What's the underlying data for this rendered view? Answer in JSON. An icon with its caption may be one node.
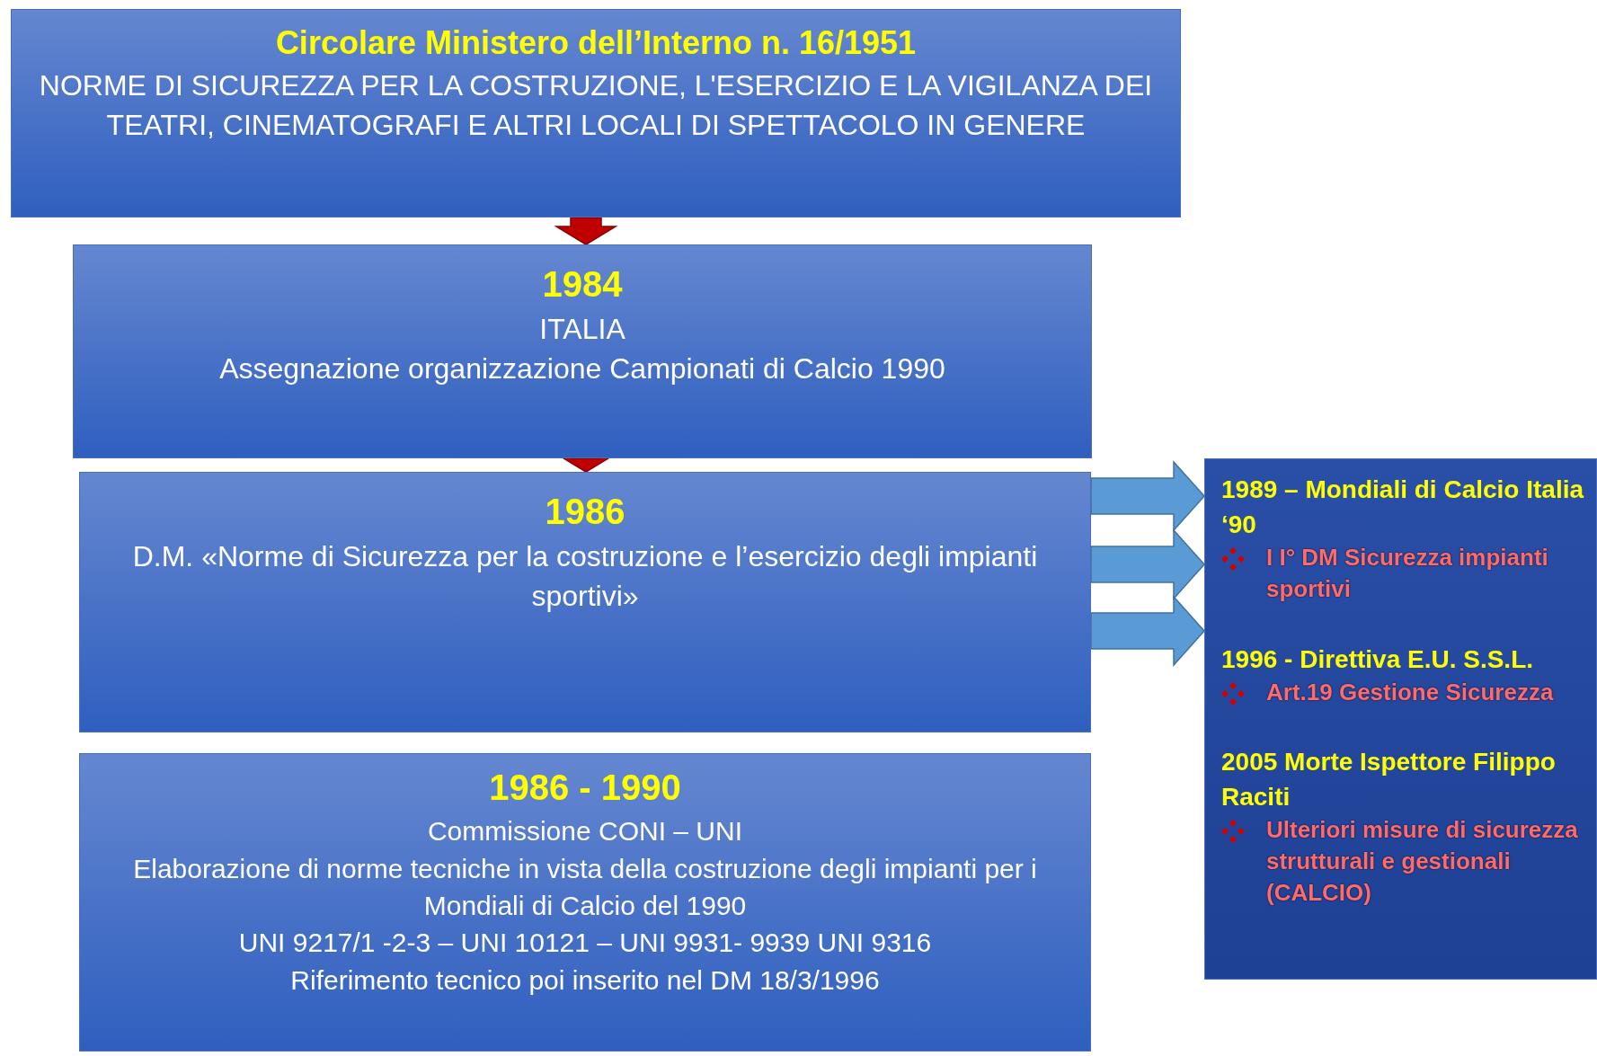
{
  "diagram": {
    "nodes": [
      {
        "text": [
          "Circolare Ministero dell’Interno n. 16/1951",
          "NORME DI SICUREZZA PER LA COSTRUZIONE, L'ESERCIZIO E LA VIGILANZA DEI TEATRI, CINEMATOGRAFI E ALTRI LOCALI DI SPETTACOLO IN GENERE"
        ]
      },
      {
        "text": [
          "1984",
          "ITALIA",
          "Assegnazione organizzazione Campionati di Calcio 1990"
        ]
      },
      {
        "text": [
          "1986",
          "D.M. «Norme di Sicurezza per la costruzione e l’esercizio degli impianti sportivi»"
        ]
      },
      {
        "text": [
          "1986 - 1990",
          "Commissione CONI – UNI",
          "Elaborazione di norme tecniche in vista della costruzione degli impianti per i Mondiali di Calcio del 1990",
          "UNI 9217/1 -2-3 – UNI 10121 – UNI 9931- 9939 UNI 9316",
          "Riferimento tecnico poi inserito nel DM 18/3/1996"
        ]
      },
      {
        "text": [
          "1989 – Mondiali di Calcio Italia ‘90",
          "I I° DM Sicurezza impianti sportivi",
          "1996 - Direttiva E.U. S.S.L.",
          "Art.19 Gestione Sicurezza",
          "2005 Morte Ispettore Filippo Raciti",
          "Ulteriori misure di sicurezza strutturali e gestionali (CALCIO)"
        ]
      }
    ],
    "edges": [
      {
        "from": 0,
        "to": 1,
        "arrow": "to",
        "color": "#c00000"
      },
      {
        "from": 1,
        "to": 2,
        "arrow": "to",
        "color": "#c00000"
      },
      {
        "from": 2,
        "to": 4,
        "arrow": "to"
      },
      {
        "from": 2,
        "to": 4,
        "arrow": "to"
      },
      {
        "from": 2,
        "to": 4,
        "arrow": "to"
      }
    ]
  }
}
